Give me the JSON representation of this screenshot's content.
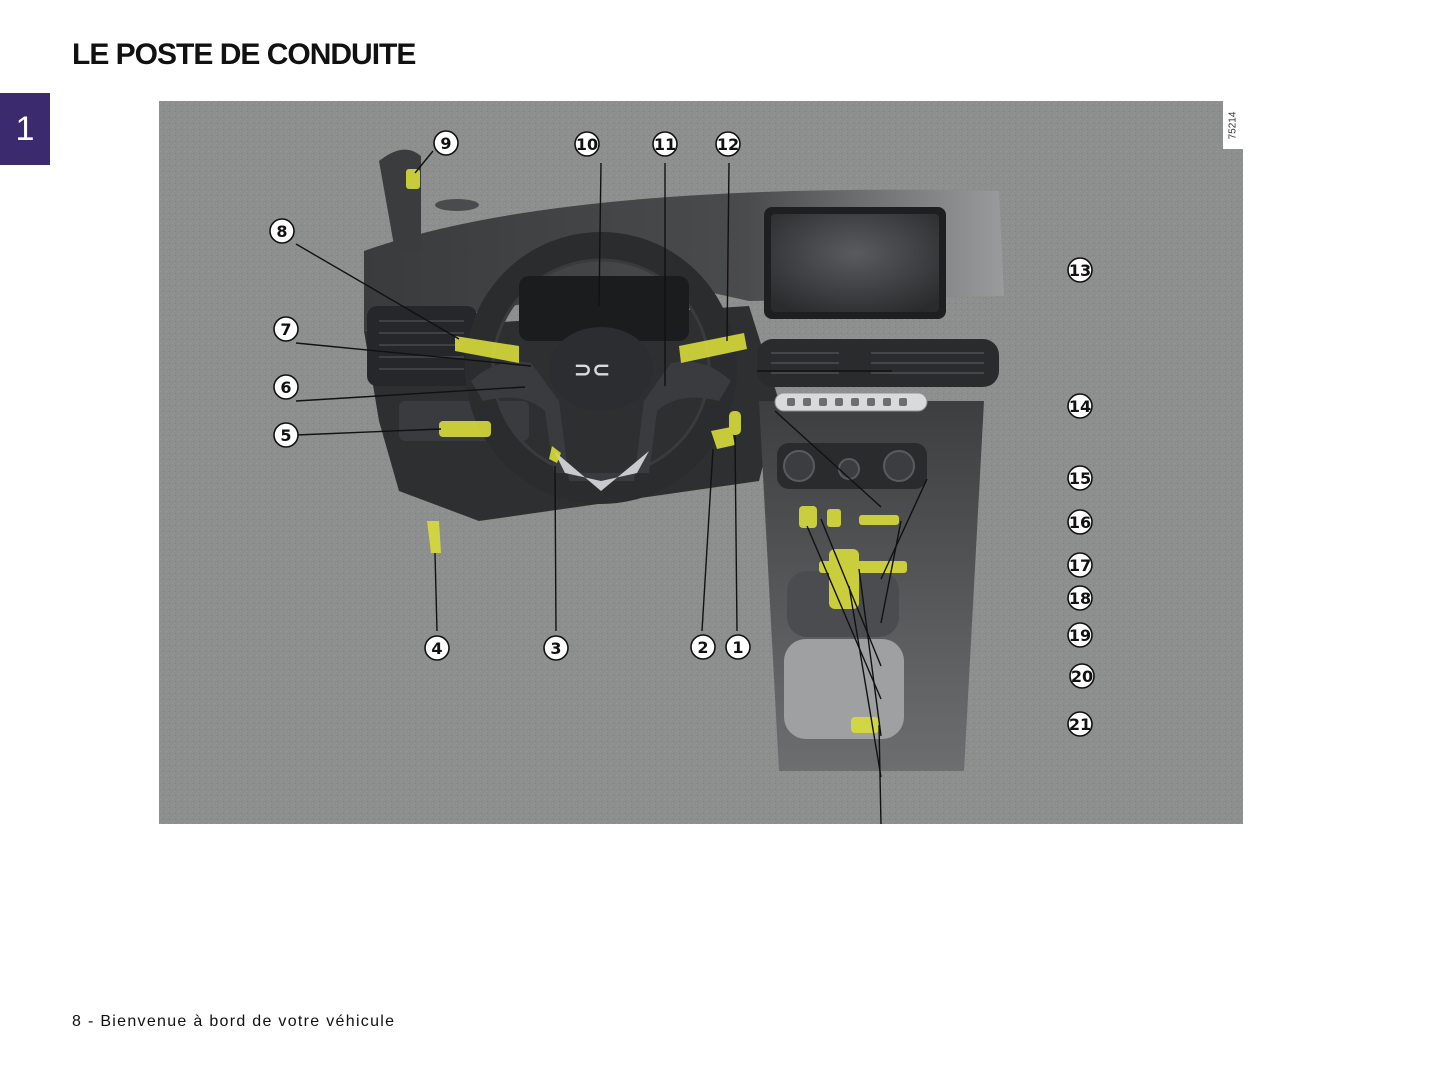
{
  "chapter": {
    "number": "1"
  },
  "page": {
    "title": "LE POSTE DE CONDUITE"
  },
  "figure": {
    "reference_code": "75214",
    "highlight_color": "#d8dc3a",
    "background_color": "#8d8e8e",
    "callouts": [
      "1",
      "2",
      "3",
      "4",
      "5",
      "6",
      "7",
      "8",
      "9",
      "10",
      "11",
      "12",
      "13",
      "14",
      "15",
      "16",
      "17",
      "18",
      "19",
      "20",
      "21"
    ]
  },
  "footer": {
    "text": "8 - Bienvenue à bord de votre véhicule"
  }
}
